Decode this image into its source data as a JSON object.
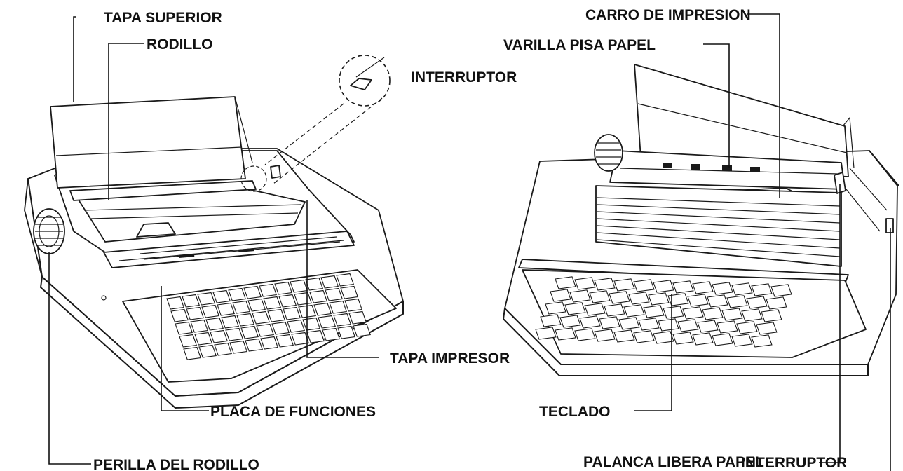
{
  "labels": {
    "tapa_superior": "TAPA SUPERIOR",
    "rodillo": "RODILLO",
    "interruptor_left": "INTERRUPTOR",
    "tapa_impresor": "TAPA IMPRESOR",
    "placa_de_funciones": "PLACA DE FUNCIONES",
    "perilla_del_rodillo": "PERILLA DEL RODILLO",
    "carro_de_impresion": "CARRO DE IMPRESION",
    "varilla_pisa_papel": "VARILLA PISA PAPEL",
    "teclado": "TECLADO",
    "palanca_libera_papel": "PALANCA LIBERA PAPEL",
    "interruptor_right": "INTERRUPTOR"
  },
  "colors": {
    "ink": "#1a1a1a",
    "background": "#ffffff"
  }
}
